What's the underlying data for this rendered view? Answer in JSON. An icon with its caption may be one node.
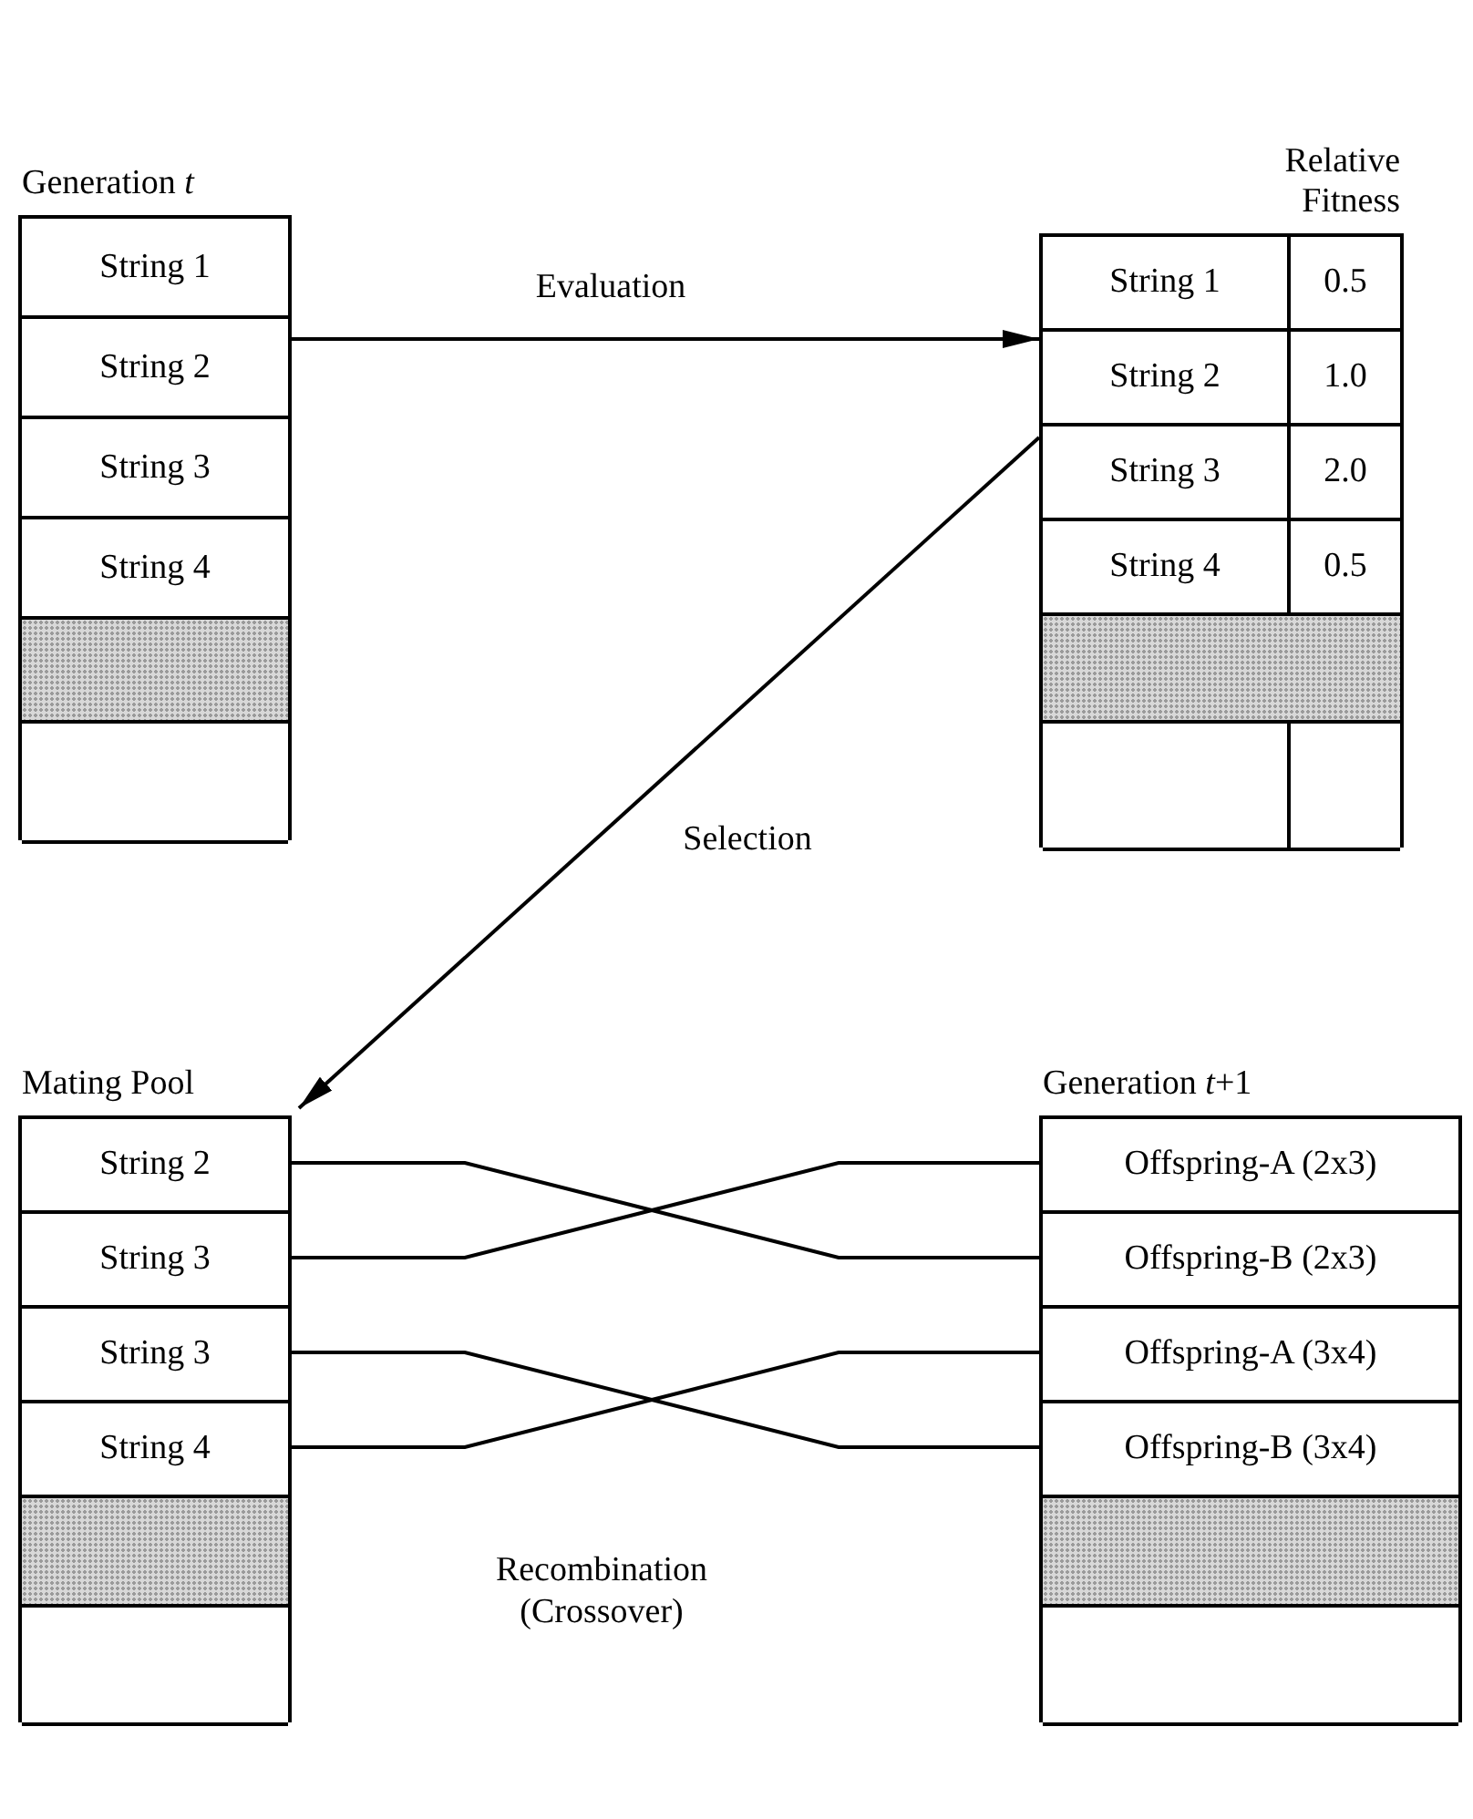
{
  "diagram": {
    "nodes": [
      {
        "text": [
          "Generation *t*"
        ]
      },
      {
        "text": [
          "String 1"
        ],
        "in": 0
      },
      {
        "text": [
          "String 2"
        ],
        "in": 0
      },
      {
        "text": [
          "String 3"
        ],
        "in": 0
      },
      {
        "text": [
          "String 4"
        ],
        "in": 0
      },
      {
        "text": [],
        "shape": "bar",
        "in": 0
      },
      {
        "text": [],
        "shape": "box",
        "in": 0
      },
      {
        "text": [
          "Relative Fitness"
        ]
      },
      {
        "text": [
          "String 1",
          "0.5"
        ],
        "in": 7
      },
      {
        "text": [
          "String 2",
          "1.0"
        ],
        "in": 7
      },
      {
        "text": [
          "String 3",
          "2.0"
        ],
        "in": 7
      },
      {
        "text": [
          "String 4",
          "0.5"
        ],
        "in": 7
      },
      {
        "text": [],
        "shape": "bar",
        "in": 7
      },
      {
        "text": [],
        "shape": "box",
        "in": 7
      },
      {
        "text": [
          "Mating Pool"
        ]
      },
      {
        "text": [
          "String 2"
        ],
        "in": 14
      },
      {
        "text": [
          "String 3"
        ],
        "in": 14
      },
      {
        "text": [
          "String 3"
        ],
        "in": 14
      },
      {
        "text": [
          "String 4"
        ],
        "in": 14
      },
      {
        "text": [],
        "shape": "bar",
        "in": 14
      },
      {
        "text": [],
        "shape": "box",
        "in": 14
      },
      {
        "text": [
          "Generation *t*+1"
        ]
      },
      {
        "text": [
          "Offspring-A (2x3)"
        ],
        "in": 21
      },
      {
        "text": [
          "Offspring-B (2x3)"
        ],
        "in": 21
      },
      {
        "text": [
          "Offspring-A (3x4)"
        ],
        "in": 21
      },
      {
        "text": [
          "Offspring-B (3x4)"
        ],
        "in": 21
      },
      {
        "text": [],
        "shape": "bar",
        "in": 21
      },
      {
        "text": [],
        "shape": "box",
        "in": 21
      }
    ],
    "edges": [
      {
        "from": 0,
        "to": 7,
        "arrow": "to",
        "label": "Evaluation"
      },
      {
        "from": 7,
        "to": 14,
        "arrow": "to",
        "label": "Selection"
      },
      {
        "from": 15,
        "to": 23,
        "arrow": "none"
      },
      {
        "from": 16,
        "to": 22,
        "arrow": "none"
      },
      {
        "from": 17,
        "to": 25,
        "arrow": "none"
      },
      {
        "from": 18,
        "to": 24,
        "arrow": "none"
      }
    ],
    "labels": [
      "Recombination (Crossover)"
    ]
  }
}
